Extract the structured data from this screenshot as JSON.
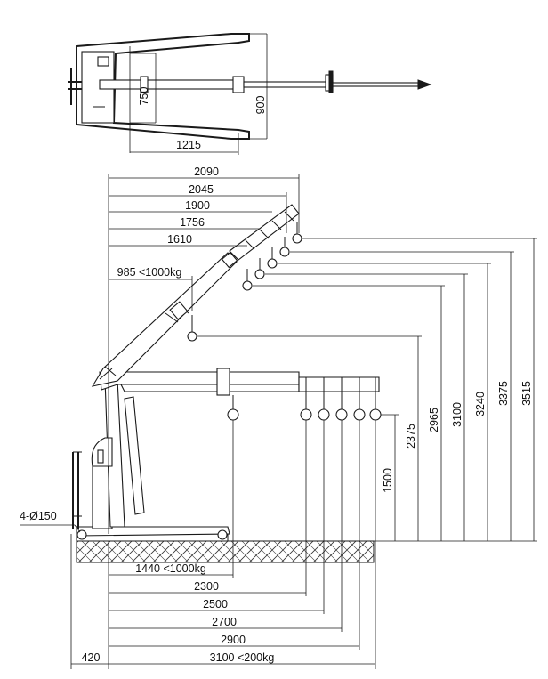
{
  "plan_view": {
    "width_inner": "750",
    "width_outer": "900",
    "length": "1215"
  },
  "reach": {
    "r2090": "2090",
    "r2045": "2045",
    "r1900": "1900",
    "r1756": "1756",
    "r1610": "1610",
    "r985": "985 <1000kg"
  },
  "hook_heights": {
    "h3515": "3515",
    "h3375": "3375",
    "h3240": "3240",
    "h3100": "3100",
    "h2965": "2965",
    "h2375": "2375",
    "h1500": "1500"
  },
  "bottom_reach": {
    "r1440": "1440 <1000kg",
    "r2300": "2300",
    "r2500": "2500",
    "r2700": "2700",
    "r2900": "2900",
    "r3100": "3100 <200kg",
    "r420": "420"
  },
  "wheels": {
    "label": "4-Ø150"
  },
  "colors": {
    "line": "#1a1a1a",
    "background": "#ffffff"
  }
}
